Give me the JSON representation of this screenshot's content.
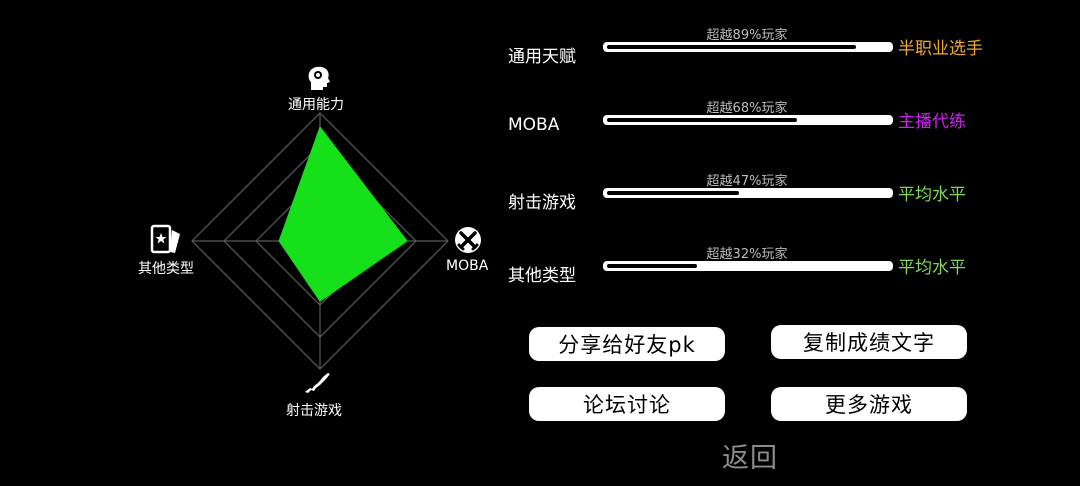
{
  "chart_data": {
    "type": "radar",
    "axes": [
      {
        "key": "top",
        "label": "通用能力",
        "value": 0.89,
        "icon": "head-gear-icon"
      },
      {
        "key": "right",
        "label": "MOBA",
        "value": 0.68,
        "icon": "crossed-swords-icon"
      },
      {
        "key": "bottom",
        "label": "射击游戏",
        "value": 0.47,
        "icon": "rifle-icon"
      },
      {
        "key": "left",
        "label": "其他类型",
        "value": 0.32,
        "icon": "playing-card-icon"
      }
    ],
    "rings": 4,
    "fill_color": "#15e01a",
    "ring_color": "#5a5a5a"
  },
  "stats": [
    {
      "name": "通用天赋",
      "percent_text": "超越89%玩家",
      "value": 0.89,
      "rank": "半职业选手",
      "rank_color": "#f2a830"
    },
    {
      "name": "MOBA",
      "percent_text": "超越68%玩家",
      "value": 0.68,
      "rank": "主播代练",
      "rank_color": "#cc22ee"
    },
    {
      "name": "射击游戏",
      "percent_text": "超越47%玩家",
      "value": 0.47,
      "rank": "平均水平",
      "rank_color": "#7ed957"
    },
    {
      "name": "其他类型",
      "percent_text": "超越32%玩家",
      "value": 0.32,
      "rank": "平均水平",
      "rank_color": "#7ed957"
    }
  ],
  "buttons": {
    "share": "分享给好友pk",
    "copy": "复制成绩文字",
    "forum": "论坛讨论",
    "more": "更多游戏"
  },
  "back": "返回"
}
